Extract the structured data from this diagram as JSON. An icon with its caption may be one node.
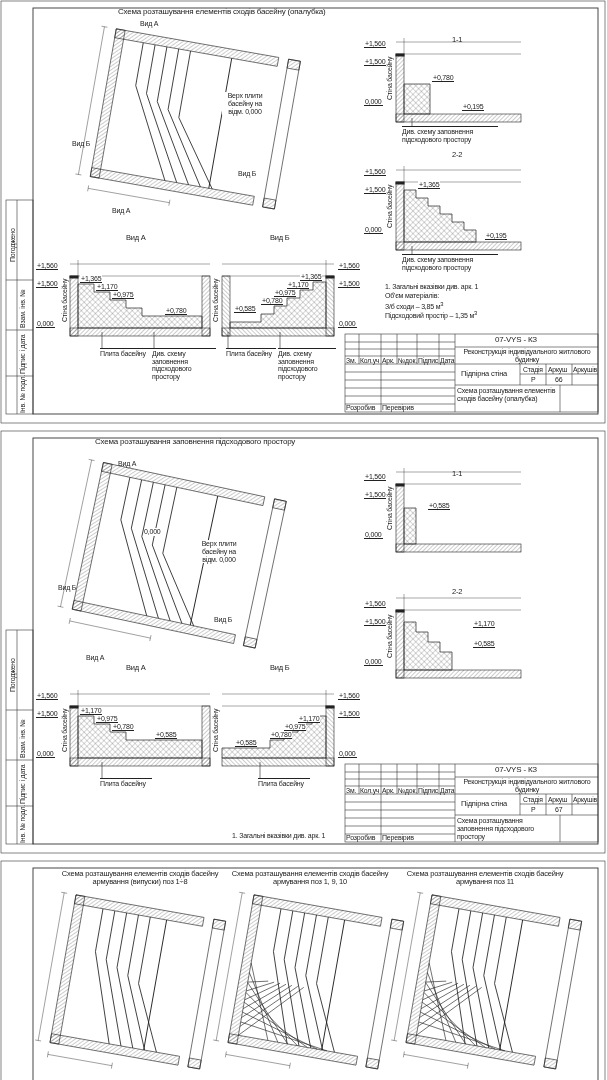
{
  "diagram": {
    "nodes": [
      {
        "text": [
          "Плита басейну"
        ]
      },
      {
        "text": [
          "Див. схему заповнення підсходового простору"
        ]
      },
      {
        "text": [
          "Плита басейну"
        ]
      },
      {
        "text": [
          "Див. схему заповнення підсходового простору"
        ]
      },
      {
        "text": [
          "Див. схему заповнення підсходового простору"
        ]
      },
      {
        "text": [
          "Див. схему заповнення підсходового простору"
        ]
      },
      {
        "text": [
          "Плита басейну"
        ]
      },
      {
        "text": [
          "Плита басейну"
        ]
      },
      {
        "text": [],
        "shape": "picture"
      },
      {
        "text": [],
        "shape": "picture"
      },
      {
        "text": [],
        "shape": "picture"
      },
      {
        "text": [],
        "shape": "picture"
      },
      {
        "text": [],
        "shape": "picture"
      },
      {
        "text": [],
        "shape": "picture"
      }
    ],
    "edges": [
      {
        "from": 0,
        "to": 8,
        "arrow": "none"
      },
      {
        "from": 1,
        "to": 8,
        "arrow": "none"
      },
      {
        "from": 2,
        "to": 9,
        "arrow": "none"
      },
      {
        "from": 3,
        "to": 9,
        "arrow": "none"
      },
      {
        "from": 4,
        "to": 10,
        "arrow": "none"
      },
      {
        "from": 5,
        "to": 11,
        "arrow": "none"
      },
      {
        "from": 6,
        "to": 12,
        "arrow": "none"
      },
      {
        "from": 7,
        "to": 13,
        "arrow": "none"
      }
    ],
    "labels": [
      "Схема розташування елементів сходів басейну (опалубка)",
      "Вид А",
      "Вид А",
      "Вид Б",
      "Вид Б",
      "Верх плити басейну на відм. 0,000",
      "Вид А",
      "Вид Б",
      "1-1",
      "2-2",
      "+1,560",
      "+1,500",
      "0,000",
      "+1,365",
      "+1,170",
      "+0,975",
      "+0,780",
      "+0,585",
      "+0,780",
      "+0,975",
      "+1,170",
      "+1,365",
      "+1,560",
      "+1,500",
      "0,000",
      "Стіна басейну",
      "Стіна басейну",
      "+1,560",
      "+1,500",
      "0,000",
      "+0,780",
      "+0,195",
      "Стіна басейну",
      "+1,560",
      "+1,500",
      "0,000",
      "+1,365",
      "+0,195",
      "Стіна басейну",
      "1. Загальні вказівки див. арк. 1",
      "Об'єм матеріалів:",
      "З/б сходи – 3,85 м$^{3}$",
      "Підсходовий простір – 1,35 м$^{3}$",
      "07-VYS - КЗ",
      "Реконструкція індивідуального житлового будинку",
      "Підпірна стіна",
      "Стадія",
      "Аркуш",
      "Аркушів",
      "Р",
      "66",
      "Схема розташування елементів сходів басейну (опалубка)",
      "Розробив",
      "Перевірив",
      "Зм.",
      "Кол.уч",
      "Арк.",
      "№док.",
      "Підпис",
      "Дата",
      "Погоджено",
      "Взам. інв. №",
      "Підпис і дата",
      "Інв. № подл.",
      "Схема розташування заповнення підсходового простору",
      "Вид А",
      "Вид А",
      "Вид Б",
      "Вид Б",
      "Верх плити басейну на відм. 0,000",
      "0,000",
      "Вид А",
      "Вид Б",
      "1-1",
      "2-2",
      "+1,560",
      "+1,500",
      "0,000",
      "+1,170",
      "+0,975",
      "+0,780",
      "+0,585",
      "+0,585",
      "+0,780",
      "+0,975",
      "+1,170",
      "+1,560",
      "+1,500",
      "0,000",
      "Стіна басейну",
      "Стіна басейну",
      "+1,560",
      "+1,500",
      "0,000",
      "+0,585",
      "Стіна басейну",
      "+1,560",
      "+1,500",
      "0,000",
      "+1,170",
      "+0,585",
      "Стіна басейну",
      "1. Загальні вказівки див. арк. 1",
      "07-VYS - КЗ",
      "Реконструкція індивідуального житлового будинку",
      "Підпірна стіна",
      "Стадія",
      "Аркуш",
      "Аркушів",
      "Р",
      "67",
      "Схема розташування заповнення підсходового простору",
      "Розробив",
      "Перевірив",
      "Зм.",
      "Кол.уч",
      "Арк.",
      "№док.",
      "Підпис",
      "Дата",
      "Погоджено",
      "Взам. інв. №",
      "Підпис і дата",
      "Інв. № подл.",
      "Схема розташування елементів сходів басейну армування (випуски) поз 1÷8",
      "Схема розташування елементів сходів басейну армування поз 1, 9, 10",
      "Схема розташування елементів сходів басейну армування поз 11"
    ]
  }
}
